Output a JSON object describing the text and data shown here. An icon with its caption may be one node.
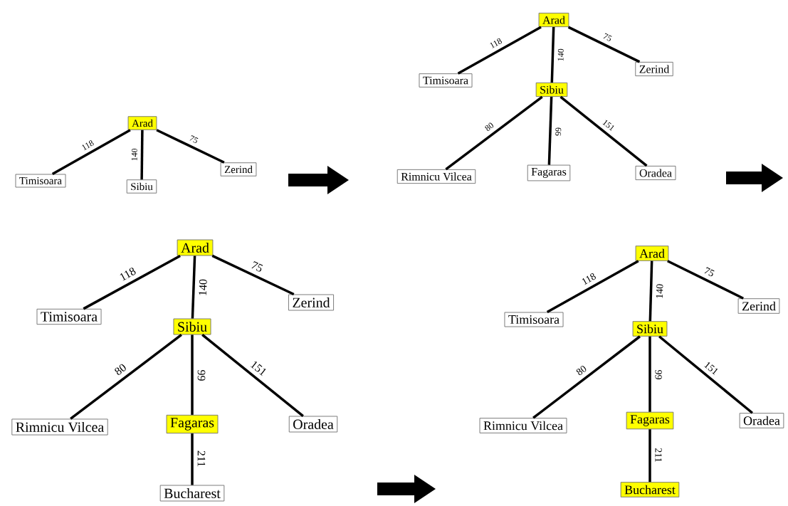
{
  "diagram": {
    "nodes": [
      {
        "text": [
          "Arad"
        ]
      },
      {
        "text": [
          "Timisoara"
        ]
      },
      {
        "text": [
          "Sibiu"
        ]
      },
      {
        "text": [
          "Zerind"
        ]
      },
      {
        "text": [
          "Arad"
        ]
      },
      {
        "text": [
          "Timisoara"
        ]
      },
      {
        "text": [
          "Zerind"
        ]
      },
      {
        "text": [
          "Sibiu"
        ]
      },
      {
        "text": [
          "Rimnicu Vilcea"
        ]
      },
      {
        "text": [
          "Fagaras"
        ]
      },
      {
        "text": [
          "Oradea"
        ]
      },
      {
        "text": [
          "Arad"
        ]
      },
      {
        "text": [
          "Timisoara"
        ]
      },
      {
        "text": [
          "Zerind"
        ]
      },
      {
        "text": [
          "Sibiu"
        ]
      },
      {
        "text": [
          "Rimnicu Vilcea"
        ]
      },
      {
        "text": [
          "Fagaras"
        ]
      },
      {
        "text": [
          "Oradea"
        ]
      },
      {
        "text": [
          "Bucharest"
        ]
      },
      {
        "text": [
          "Arad"
        ]
      },
      {
        "text": [
          "Timisoara"
        ]
      },
      {
        "text": [
          "Zerind"
        ]
      },
      {
        "text": [
          "Sibiu"
        ]
      },
      {
        "text": [
          "Rimnicu Vilcea"
        ]
      },
      {
        "text": [
          "Fagaras"
        ]
      },
      {
        "text": [
          "Oradea"
        ]
      },
      {
        "text": [
          "Bucharest"
        ]
      }
    ],
    "edges": [
      {
        "from": 0,
        "to": 1,
        "arrow": "none",
        "label": "118"
      },
      {
        "from": 0,
        "to": 2,
        "arrow": "none",
        "label": "140"
      },
      {
        "from": 0,
        "to": 3,
        "arrow": "none",
        "label": "75"
      },
      {
        "from": 4,
        "to": 5,
        "arrow": "none",
        "label": "118"
      },
      {
        "from": 4,
        "to": 7,
        "arrow": "none",
        "label": "140"
      },
      {
        "from": 4,
        "to": 6,
        "arrow": "none",
        "label": "75"
      },
      {
        "from": 7,
        "to": 8,
        "arrow": "none",
        "label": "80"
      },
      {
        "from": 7,
        "to": 9,
        "arrow": "none",
        "label": "99"
      },
      {
        "from": 7,
        "to": 10,
        "arrow": "none",
        "label": "151"
      },
      {
        "from": 11,
        "to": 12,
        "arrow": "none",
        "label": "118"
      },
      {
        "from": 11,
        "to": 14,
        "arrow": "none",
        "label": "140"
      },
      {
        "from": 11,
        "to": 13,
        "arrow": "none",
        "label": "75"
      },
      {
        "from": 14,
        "to": 15,
        "arrow": "none",
        "label": "80"
      },
      {
        "from": 14,
        "to": 16,
        "arrow": "none",
        "label": "99"
      },
      {
        "from": 14,
        "to": 17,
        "arrow": "none",
        "label": "151"
      },
      {
        "from": 16,
        "to": 18,
        "arrow": "none",
        "label": "211"
      },
      {
        "from": 19,
        "to": 20,
        "arrow": "none",
        "label": "118"
      },
      {
        "from": 19,
        "to": 22,
        "arrow": "none",
        "label": "140"
      },
      {
        "from": 19,
        "to": 21,
        "arrow": "none",
        "label": "75"
      },
      {
        "from": 22,
        "to": 23,
        "arrow": "none",
        "label": "80"
      },
      {
        "from": 22,
        "to": 24,
        "arrow": "none",
        "label": "99"
      },
      {
        "from": 22,
        "to": 25,
        "arrow": "none",
        "label": "151"
      },
      {
        "from": 24,
        "to": 26,
        "arrow": "none",
        "label": "211"
      }
    ]
  }
}
